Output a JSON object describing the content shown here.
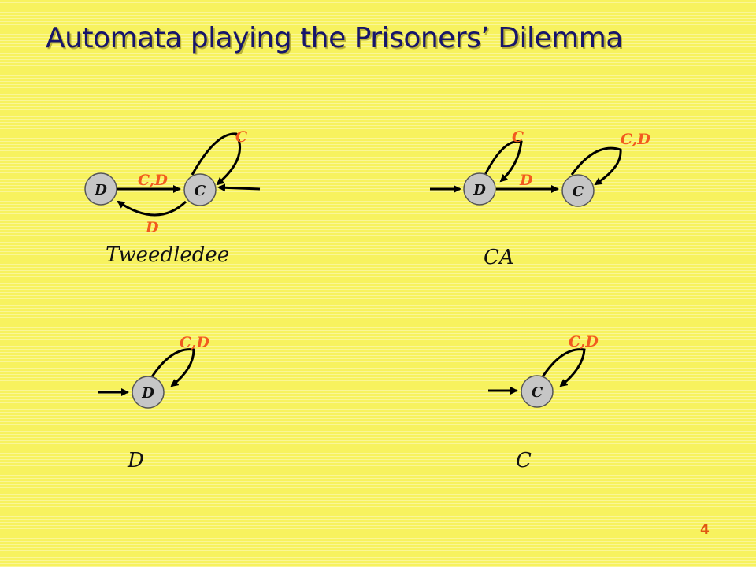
{
  "slide": {
    "title": "Automata playing the Prisoners’ Dilemma",
    "page_number": "4"
  },
  "automata": {
    "tweedledee": {
      "name": "Tweedledee",
      "state_d": "D",
      "state_c": "C",
      "edge_dc": "C,D",
      "edge_cd": "D",
      "loop_c": "C"
    },
    "ca": {
      "name": "CA",
      "state_d": "D",
      "state_c": "C",
      "loop_d": "C",
      "edge_dc": "D",
      "loop_c": "C,D"
    },
    "always_d": {
      "name": "D",
      "state": "D",
      "loop": "C,D"
    },
    "always_c": {
      "name": "C",
      "state": "C",
      "loop": "C,D"
    }
  }
}
